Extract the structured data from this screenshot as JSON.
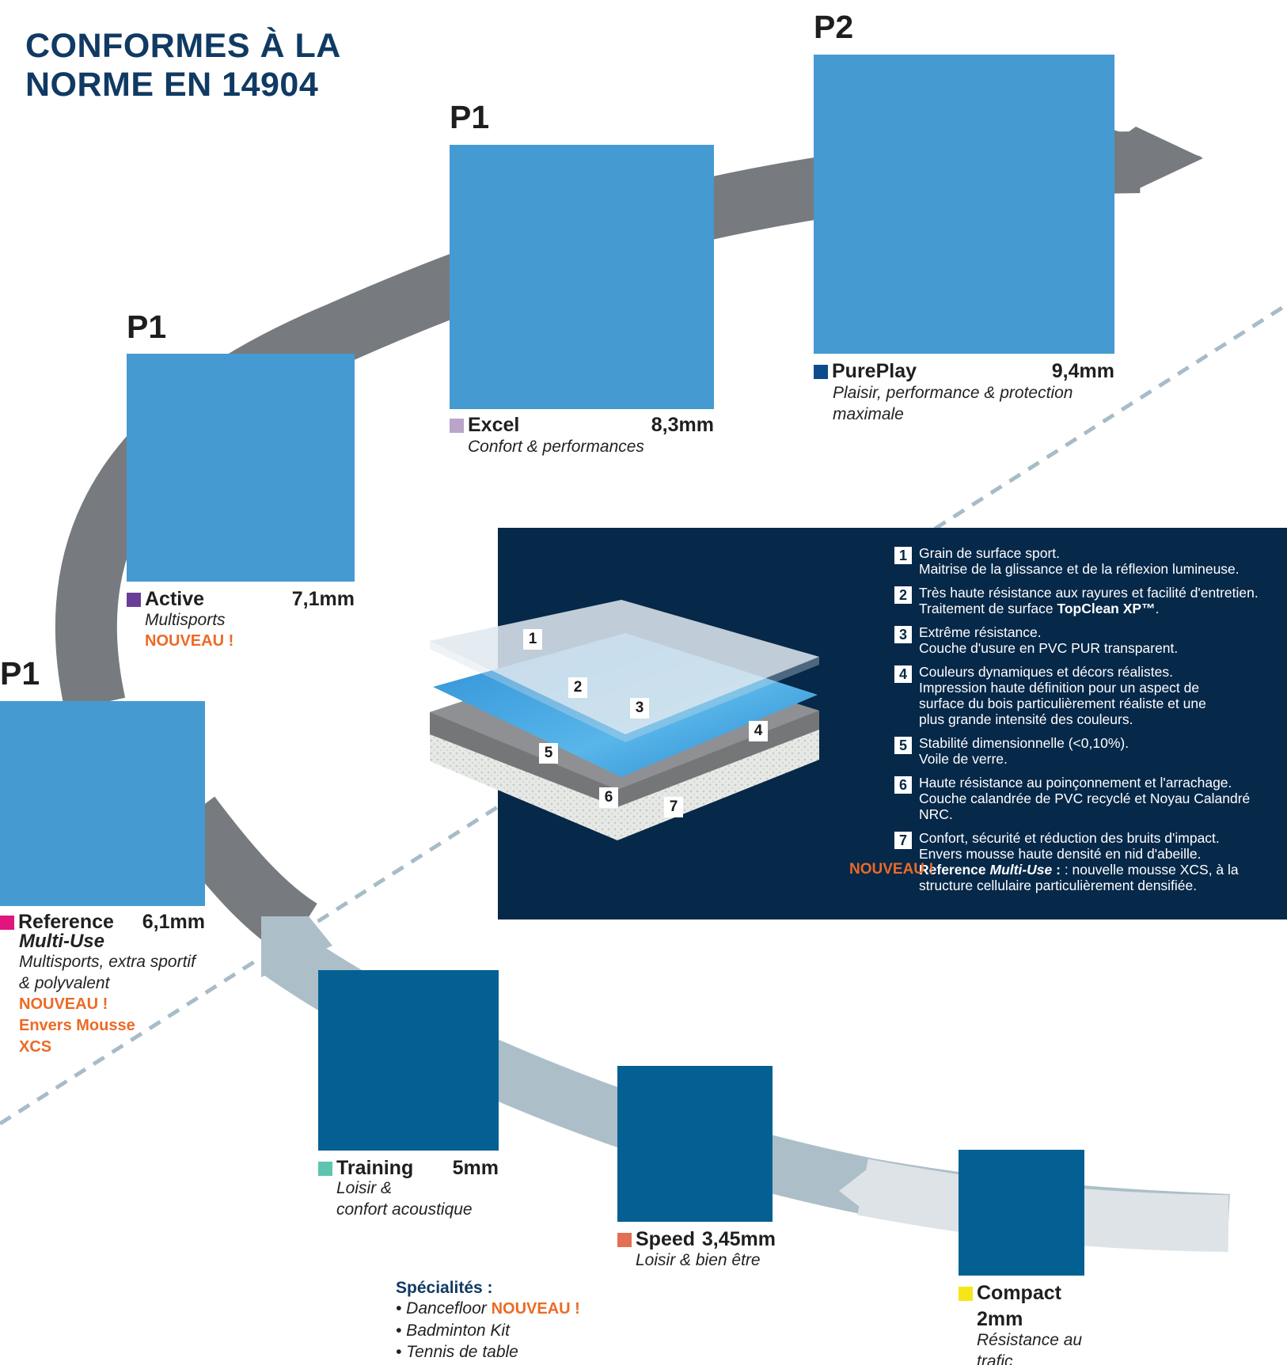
{
  "title": "CONFORMES À LA NORME EN 14904",
  "title_lines": [
    "CONFORMES À LA",
    "NORME  EN  14904"
  ],
  "class_labels": {
    "purplay": "P2",
    "excel": "P1",
    "active": "P1",
    "reference": "P1"
  },
  "products": {
    "purplay": {
      "name": "PurePlay",
      "thickness": "9,4mm",
      "desc_lines": [
        "Plaisir, performance & protection",
        "maximale"
      ],
      "swatch_color": "#0c4c8c"
    },
    "excel": {
      "name": "Excel",
      "thickness": "8,3mm",
      "desc": "Confort & performances",
      "swatch_color": "#b8a5c9"
    },
    "active": {
      "name": "Active",
      "thickness": "7,1mm",
      "desc": "Multisports",
      "nouveau": "NOUVEAU !",
      "swatch_color": "#6a3e98"
    },
    "reference": {
      "name": "Reference",
      "name2": "Multi-Use",
      "thickness": "6,1mm",
      "desc_lines": [
        "Multisports, extra sportif",
        "& polyvalent"
      ],
      "nouveau_lines": [
        "NOUVEAU !",
        "Envers Mousse",
        "XCS"
      ],
      "swatch_color": "#e2147e"
    },
    "training": {
      "name": "Training",
      "thickness": "5mm",
      "desc_lines": [
        "Loisir &",
        "confort acoustique"
      ],
      "swatch_color": "#5fc4ad"
    },
    "speed": {
      "name": "Speed",
      "thickness": "3,45mm",
      "desc": "Loisir & bien être",
      "swatch_color": "#e36f54"
    },
    "compact": {
      "name": "Compact",
      "thickness": "2mm",
      "desc_lines": [
        "Résistance au",
        "trafic"
      ],
      "swatch_color": "#f6e619"
    }
  },
  "specialites": {
    "title": "Spécialités :",
    "items": [
      {
        "text": "• Dancefloor",
        "nouveau": "NOUVEAU !"
      },
      {
        "text": "• Badminton Kit"
      },
      {
        "text": "• Tennis de table"
      }
    ]
  },
  "layers": [
    {
      "num": "1",
      "lines": [
        "Grain de surface sport.",
        "Maitrise de la glissance et de la réflexion lumineuse."
      ]
    },
    {
      "num": "2",
      "line1": "Très haute résistance aux rayures et facilité d'entretien.",
      "line2_prefix": "Traitement de surface ",
      "line2_bold": "TopClean XP™",
      "line2_suffix": "."
    },
    {
      "num": "3",
      "lines": [
        "Extrême résistance.",
        "Couche d'usure en PVC PUR transparent."
      ]
    },
    {
      "num": "4",
      "lines": [
        "Couleurs dynamiques et décors réalistes.",
        "Impression haute définition pour un aspect de",
        "surface du bois particulièrement réaliste et une",
        "plus grande intensité des couleurs."
      ]
    },
    {
      "num": "5",
      "lines": [
        "Stabilité dimensionnelle (<0,10%).",
        "Voile de verre."
      ]
    },
    {
      "num": "6",
      "lines": [
        "Haute résistance au poinçonnement et l'arrachage.",
        "Couche calandrée de PVC recyclé et Noyau Calandré",
        "NRC."
      ]
    },
    {
      "num": "7",
      "lines": [
        "Confort, sécurité et réduction des bruits d'impact.",
        "Envers mousse haute densité en nid d'abeille."
      ],
      "nouveau": "NOUVEAU !",
      "ref_bold": "Reference ",
      "ref_bold_italic": "Multi-Use",
      "ref_rest": " : nouvelle mousse XCS, à la",
      "ref_line2": "structure cellulaire particulièrement densifiée."
    }
  ],
  "diagram_numbers": [
    "1",
    "2",
    "3",
    "4",
    "5",
    "6",
    "7"
  ],
  "colors": {
    "title": "#103a63",
    "swatch_light": "#459ad2",
    "swatch_dark": "#046093",
    "panel": "#062849",
    "nouveau": "#ec6a26",
    "arc_dark": "#787c80",
    "arc_light": "#acbfc8"
  }
}
